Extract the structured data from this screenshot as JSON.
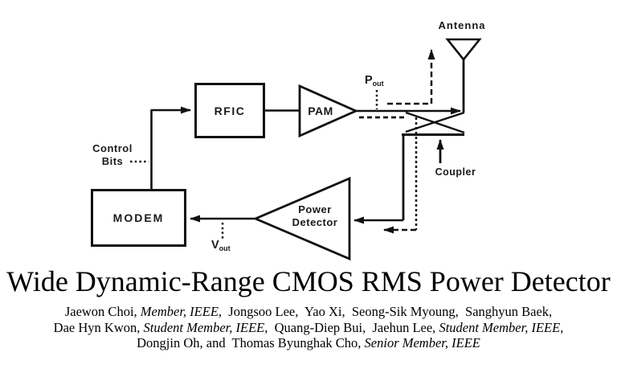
{
  "colors": {
    "ink": "#111111",
    "background": "#ffffff"
  },
  "diagram": {
    "antenna_label": "Antenna",
    "coupler_label": "Coupler",
    "control_bits_line1": "Control",
    "control_bits_line2": "Bits",
    "rfic_label": "RFIC",
    "pam_label": "PAM",
    "modem_label": "MODEM",
    "power_detector_line1": "Power",
    "power_detector_line2": "Detector",
    "pout_symbol": "P",
    "pout_subscript": "out",
    "vout_symbol": "V",
    "vout_subscript": "out"
  },
  "paper": {
    "title": "Wide Dynamic-Range CMOS RMS Power Detector",
    "authors": {
      "line1_a": "Jaewon Choi, ",
      "line1_b": "Member, IEEE",
      "line1_c": ",  Jongsoo Lee,  Yao Xi,  Seong-Sik Myoung,  Sanghyun Baek,",
      "line2_a": "Dae Hyn Kwon, ",
      "line2_b": "Student Member, IEEE",
      "line2_c": ",  Quang-Diep Bui,  Jaehun Lee, ",
      "line2_d": "Student Member, IEEE",
      "line2_e": ",",
      "line3_a": "Dongjin Oh, and  Thomas Byunghak Cho, ",
      "line3_b": "Senior Member, IEEE"
    }
  }
}
